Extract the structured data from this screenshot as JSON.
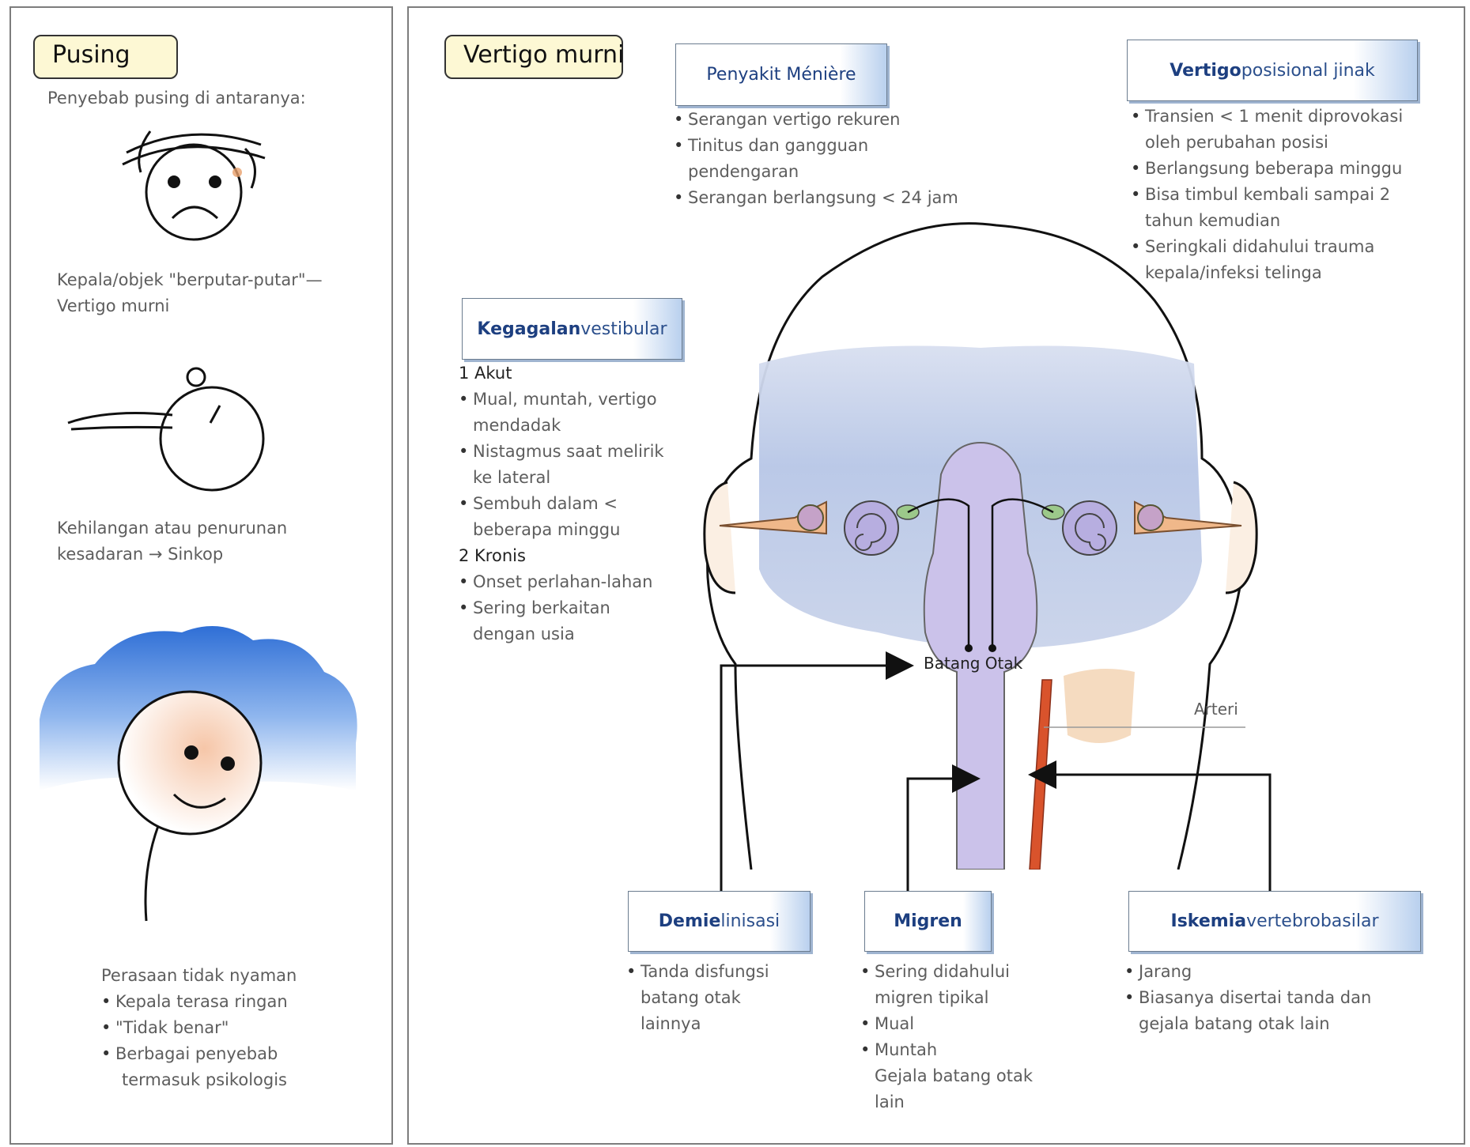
{
  "left": {
    "title": "Pusing",
    "intro": "Penyebab pusing di antaranya:",
    "vertigo_caption": [
      "Kepala/objek \"berputar-putar\"—",
      "Vertigo murni"
    ],
    "syncope_caption": [
      "Kehilangan atau penurunan",
      "kesadaran → Sinkop"
    ],
    "discomfort": {
      "heading": "Perasaan tidak nyaman",
      "items": [
        "Kepala terasa ringan",
        "\"Tidak benar\"",
        "Berbagai penyebab",
        "termasuk psikologis"
      ]
    }
  },
  "right": {
    "title": "Vertigo murni",
    "meniere": {
      "label": "Penyakit Ménière",
      "items": [
        "Serangan vertigo rekuren",
        "Tinitus dan gangguan",
        "pendengaran",
        "Serangan berlangsung < 24 jam"
      ]
    },
    "bppv": {
      "label_strong": "Vertigo",
      "label_rest": " posisional jinak",
      "items": [
        "Transien < 1 menit diprovokasi",
        "oleh perubahan posisi",
        "Berlangsung beberapa minggu",
        "Bisa timbul kembali sampai 2",
        "tahun kemudian",
        "Seringkali didahului trauma",
        "kepala/infeksi telinga"
      ]
    },
    "vestibular": {
      "label_strong": "Kegagalan",
      "label_rest": " vestibular",
      "acute_heading": "1 Akut",
      "acute_items": [
        "Mual, muntah, vertigo",
        "mendadak",
        "Nistagmus saat melirik",
        "ke lateral",
        "Sembuh dalam <",
        "beberapa minggu"
      ],
      "chronic_heading": "2 Kronis",
      "chronic_items": [
        "Onset perlahan-lahan",
        "Sering berkaitan",
        "dengan usia"
      ]
    },
    "brainstem_label": "Batang Otak",
    "artery_label": "Arteri",
    "demyelination": {
      "label_strong": "Demie",
      "label_rest": "linisasi",
      "items": [
        "Tanda disfungsi",
        "batang otak",
        "lainnya"
      ]
    },
    "migraine": {
      "label": "Migren",
      "items": [
        "Sering didahului",
        "migren tipikal",
        "Mual",
        "Muntah",
        "Gejala batang otak",
        "lain"
      ]
    },
    "ischemia": {
      "label_strong": "Iskemia",
      "label_rest": " vertebrobasilar",
      "items": [
        "Jarang",
        "Biasanya disertai tanda dan",
        "gejala batang otak lain"
      ]
    }
  }
}
